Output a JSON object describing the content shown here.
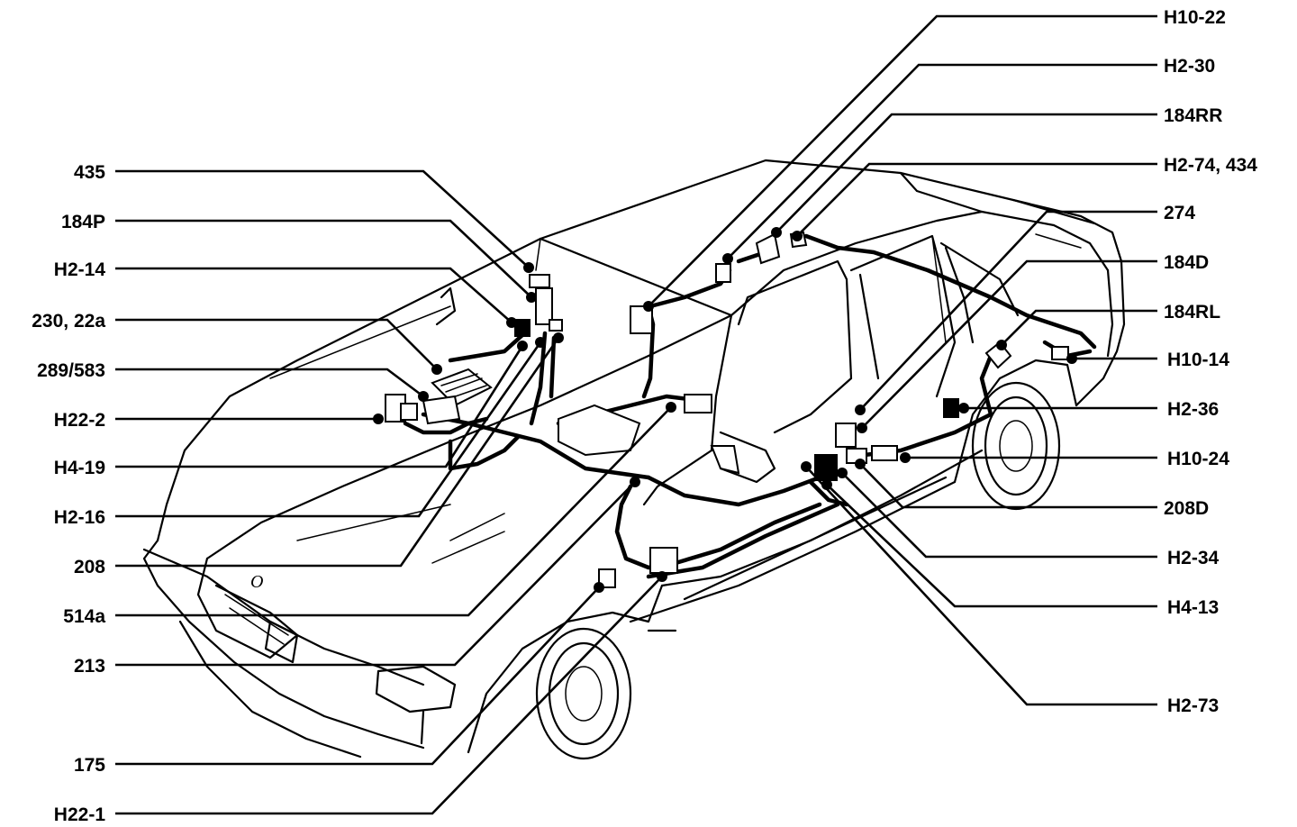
{
  "left_labels": [
    {
      "id": "435",
      "text": "435"
    },
    {
      "id": "184P",
      "text": "184P"
    },
    {
      "id": "H2-14",
      "text": "H2-14"
    },
    {
      "id": "230-22a",
      "text": "230, 22a"
    },
    {
      "id": "289-583",
      "text": "289/583"
    },
    {
      "id": "H22-2",
      "text": "H22-2"
    },
    {
      "id": "H4-19",
      "text": "H4-19"
    },
    {
      "id": "H2-16",
      "text": "H2-16"
    },
    {
      "id": "208",
      "text": "208"
    },
    {
      "id": "514a",
      "text": "514a"
    },
    {
      "id": "213",
      "text": "213"
    },
    {
      "id": "175",
      "text": "175"
    },
    {
      "id": "H22-1",
      "text": "H22-1"
    }
  ],
  "right_labels": [
    {
      "id": "H10-22",
      "text": "H10-22"
    },
    {
      "id": "H2-30",
      "text": "H2-30"
    },
    {
      "id": "184RR",
      "text": "184RR"
    },
    {
      "id": "H2-74-434",
      "text": "H2-74, 434"
    },
    {
      "id": "274",
      "text": "274"
    },
    {
      "id": "184D",
      "text": "184D"
    },
    {
      "id": "184RL",
      "text": "184RL"
    },
    {
      "id": "H10-14",
      "text": "H10-14"
    },
    {
      "id": "H2-36",
      "text": "H2-36"
    },
    {
      "id": "H10-24",
      "text": "H10-24"
    },
    {
      "id": "208D",
      "text": "208D"
    },
    {
      "id": "H2-34",
      "text": "H2-34"
    },
    {
      "id": "H4-13",
      "text": "H4-13"
    },
    {
      "id": "H2-73",
      "text": "H2-73"
    }
  ],
  "emblem_letter": "O"
}
